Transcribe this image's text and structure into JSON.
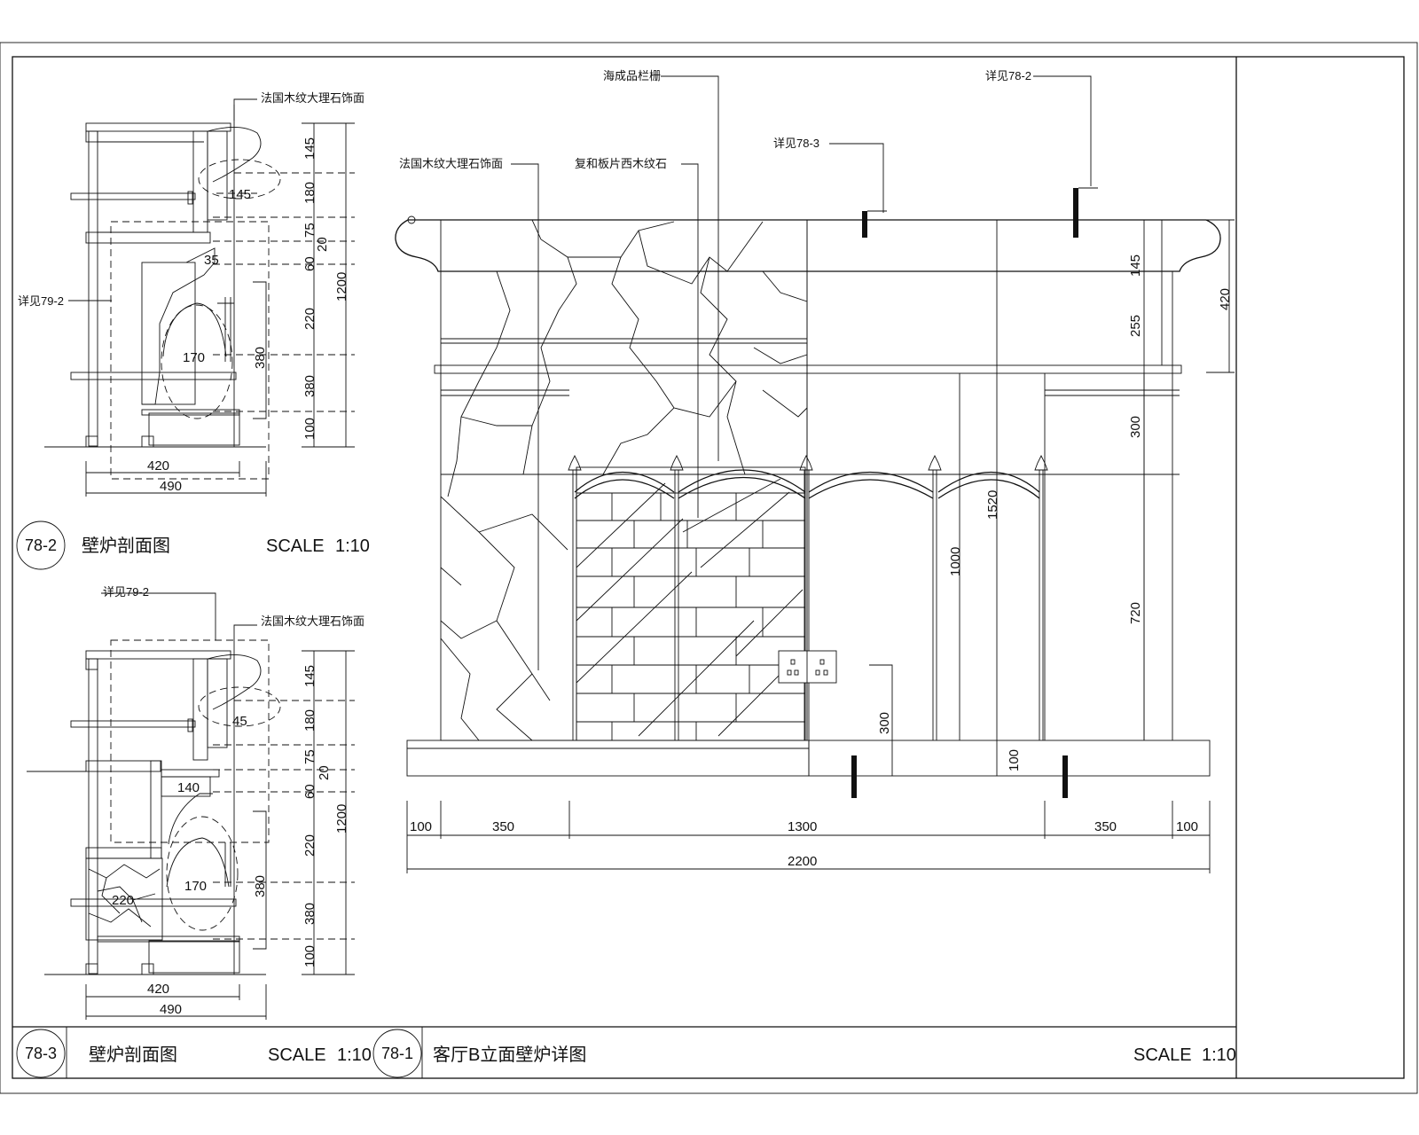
{
  "main_view": {
    "id": "78-1",
    "title": "客厅B立面壁炉详图",
    "scale_label": "SCALE",
    "scale_value": "1:10",
    "callouts": {
      "marble_left": "法国木纹大理石饰面",
      "composite_stone": "复和板片西木纹石",
      "finished_fence": "海成品栏栅",
      "detail_783": "详见78-3",
      "detail_782": "详见78-2"
    },
    "dims_bottom": [
      "100",
      "350",
      "1300",
      "350",
      "100"
    ],
    "dim_total": "2200",
    "dims_right": [
      "145",
      "255",
      "300",
      "720"
    ],
    "dim_420": "420",
    "dim_1520": "1520",
    "dim_1000": "1000",
    "dim_300": "300",
    "dim_100": "100"
  },
  "section_a": {
    "id": "78-2",
    "title": "壁炉剖面图",
    "scale_label": "SCALE",
    "scale_value": "1:10",
    "callout_marble": "法国木纹大理石饰面",
    "callout_detail": "详见79-2",
    "dims_vertical": [
      "145",
      "180",
      "75",
      "60",
      "220",
      "380",
      "100"
    ],
    "dim_20": "20",
    "dim_1200": "1200",
    "dim_145": "145",
    "dim_35": "35",
    "dim_170": "170",
    "dim_380": "380",
    "dim_420": "420",
    "dim_490": "490"
  },
  "section_b": {
    "id": "78-3",
    "title": "壁炉剖面图",
    "scale_label": "SCALE",
    "scale_value": "1:10",
    "callout_detail": "详见79-2",
    "callout_marble": "法国木纹大理石饰面",
    "dims_vertical": [
      "145",
      "180",
      "75",
      "60",
      "220",
      "380",
      "100"
    ],
    "dim_20": "20",
    "dim_1200": "1200",
    "dim_45": "45",
    "dim_140": "140",
    "dim_170": "170",
    "dim_220": "220",
    "dim_380": "380",
    "dim_420": "420",
    "dim_490": "490"
  }
}
